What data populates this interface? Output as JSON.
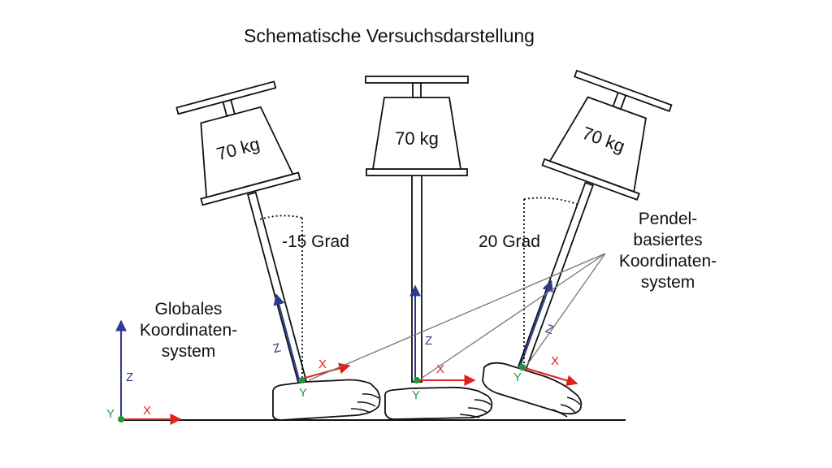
{
  "title": "Schematische Versuchsdarstellung",
  "weights": {
    "left": "70 kg",
    "center": "70 kg",
    "right": "70 kg"
  },
  "angles": {
    "left": "-15 Grad",
    "right": "20 Grad"
  },
  "global_system": {
    "line1": "Globales",
    "line2": "Koordinaten-",
    "line3": "system"
  },
  "pendulum_system": {
    "line1": "Pendel-",
    "line2": "basiertes",
    "line3": "Koordinaten-",
    "line4": "system"
  },
  "axis_labels": {
    "x": "X",
    "y": "Y",
    "z": "Z"
  },
  "colors": {
    "x_axis": "#e0211b",
    "z_axis": "#2e3a8c",
    "y_origin": "#1e9a3a",
    "line": "#111111",
    "pointer": "#777777"
  }
}
